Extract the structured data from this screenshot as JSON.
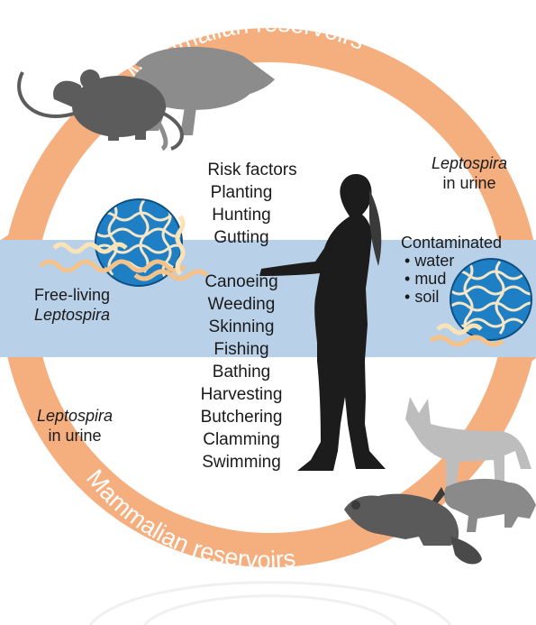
{
  "cycle": {
    "ring_color": "#f5ae7e",
    "band_color": "#b8d0e8",
    "label_top": "Mammalian reservoirs",
    "label_bottom": "Mammalian reservoirs"
  },
  "labels": {
    "urine_top_italic": "Leptospira",
    "urine_top_rest": "in urine",
    "urine_bottom_italic": "Leptospira",
    "urine_bottom_rest": "in urine",
    "free_living_line1": "Free-living",
    "free_living_line2": "Leptospira",
    "contaminated_title": "Contaminated",
    "contaminated_items": [
      "water",
      "mud",
      "soil"
    ]
  },
  "risk_factors": {
    "title": "Risk factors",
    "items": [
      "Planting",
      "Hunting",
      "Gutting",
      "Canoeing",
      "Weeding",
      "Skinning",
      "Fishing",
      "Bathing",
      "Harvesting",
      "Butchering",
      "Clamming",
      "Swimming"
    ]
  },
  "icons": {
    "rat": "rat-silhouette",
    "mouse": "mouse-silhouette",
    "human": "human-silhouette",
    "fox": "fox-silhouette",
    "raccoon": "raccoon-silhouette",
    "beaver": "beaver-silhouette",
    "bacteria": "spirochete-globe-icon"
  },
  "colors": {
    "globe": "#1f7fc4",
    "spirochete": "#f5d7a5",
    "silhouette_dark": "#1c1c1c",
    "mouse_gray": "#5c5c5c",
    "rat_gray": "#8c8c8c",
    "fox_gray": "#bdbdbd",
    "raccoon_gray": "#8a8a8a",
    "beaver_gray": "#5a5a5a"
  }
}
